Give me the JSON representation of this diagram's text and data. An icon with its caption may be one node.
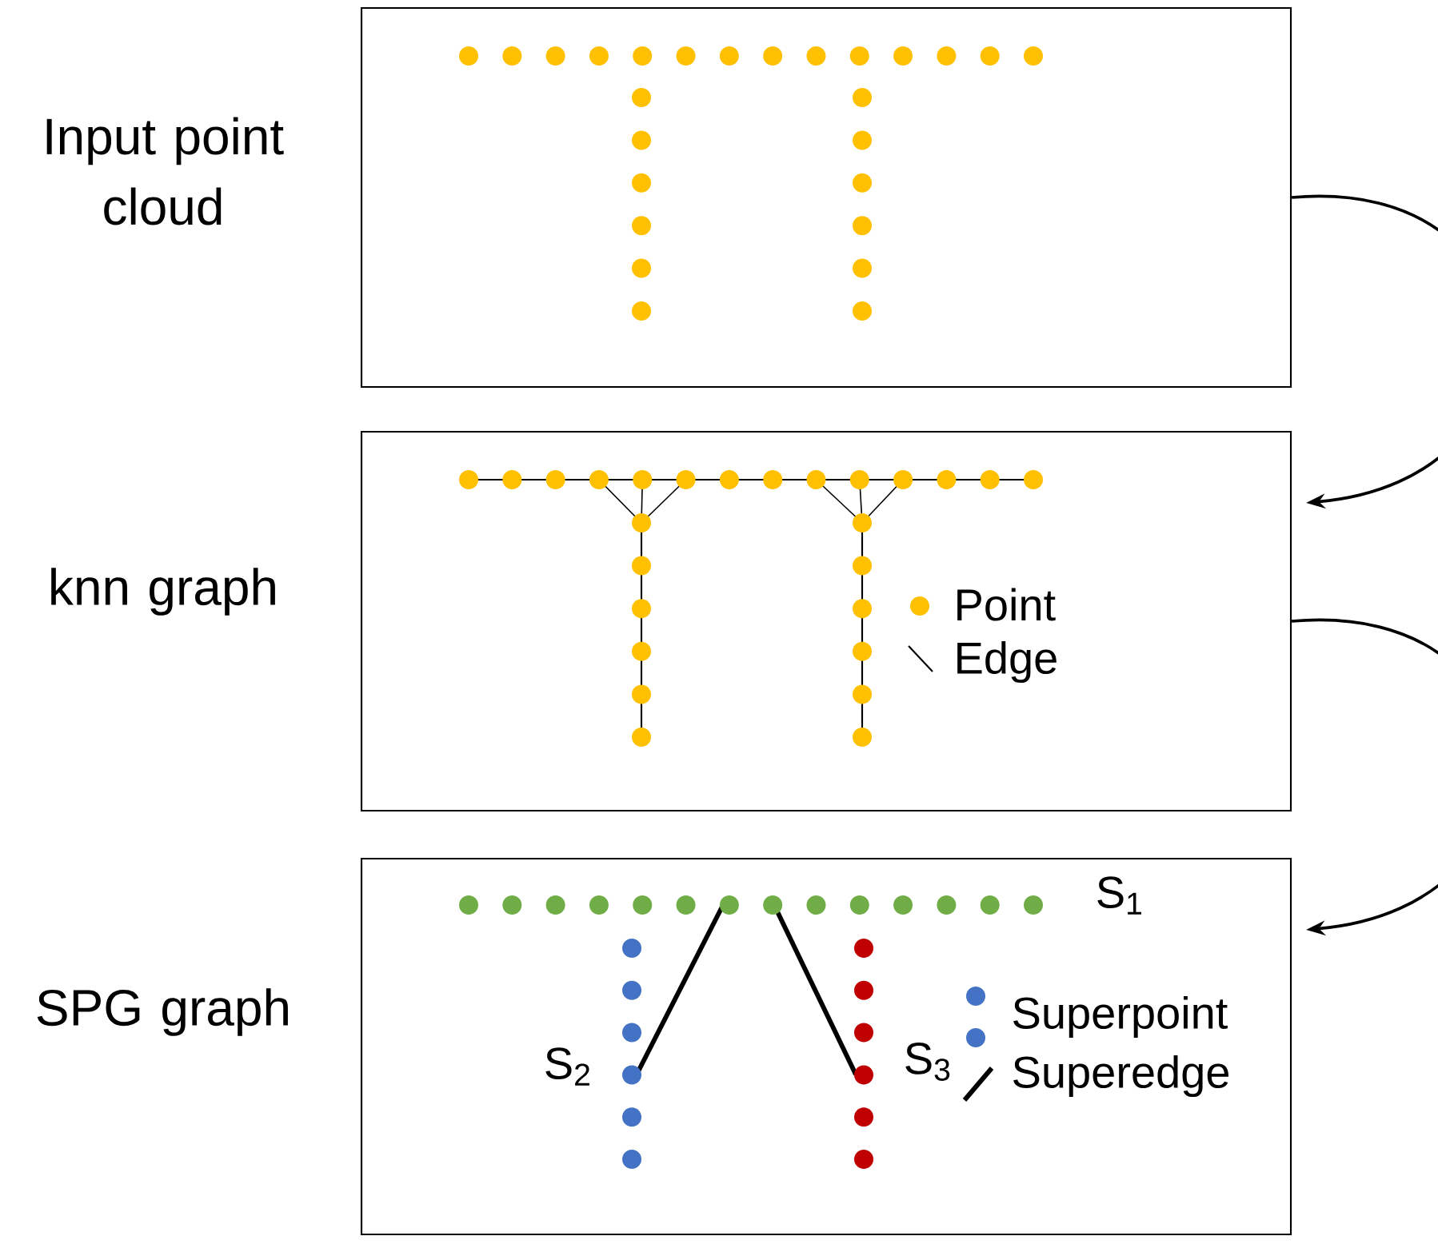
{
  "diagram": {
    "nodes": [
      {
        "text": [
          "Input point cloud"
        ]
      },
      {
        "text": [
          "knn graph"
        ]
      },
      {
        "text": [
          "SPG graph"
        ]
      }
    ],
    "edges": [
      {
        "from": 0,
        "to": 1,
        "arrow": "to"
      },
      {
        "from": 1,
        "to": 2,
        "arrow": "to"
      }
    ],
    "labels": [
      "S$_{1}$",
      "S$_{2}$",
      "S$_{3}$"
    ],
    "legend": [
      {
        "text": "Point",
        "color": "#ffc000"
      },
      {
        "text": "Edge"
      },
      {
        "text": "Superpoint",
        "color": "#4472c4"
      },
      {
        "text": "Superedge"
      }
    ]
  }
}
